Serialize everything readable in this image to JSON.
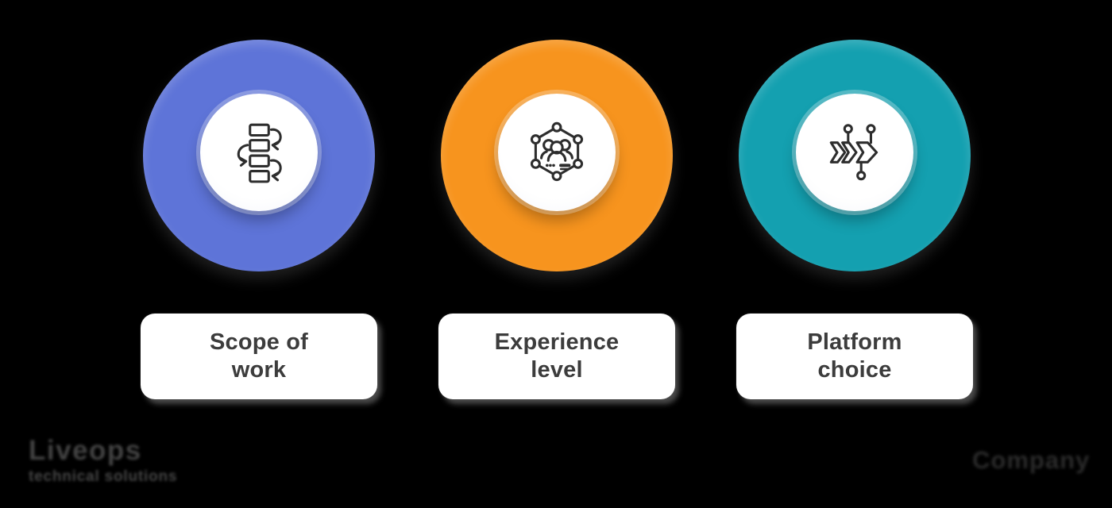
{
  "background": "#000000",
  "steps": [
    {
      "id": "scope-of-work",
      "circle_color": "#5E74D8",
      "icon": "process-flow-icon",
      "label_line1": "Scope of",
      "label_line2": "work"
    },
    {
      "id": "experience-level",
      "circle_color": "#F7941E",
      "icon": "team-network-icon",
      "label_line1": "Experience",
      "label_line2": "level"
    },
    {
      "id": "platform-choice",
      "circle_color": "#14A0B0",
      "icon": "chevron-roadmap-icon",
      "label_line1": "Platform",
      "label_line2": "choice"
    }
  ],
  "footer": {
    "left_title": "Liveops",
    "left_subtitle": "technical solutions",
    "right_wordmark": "Company"
  },
  "colors": {
    "card_bg": "#FFFFFF",
    "card_text": "#3C3C3C",
    "icon_stroke": "#2D2D2D",
    "inner_circle_bg": "#FFFFFF",
    "watermark_text": "#434343"
  }
}
